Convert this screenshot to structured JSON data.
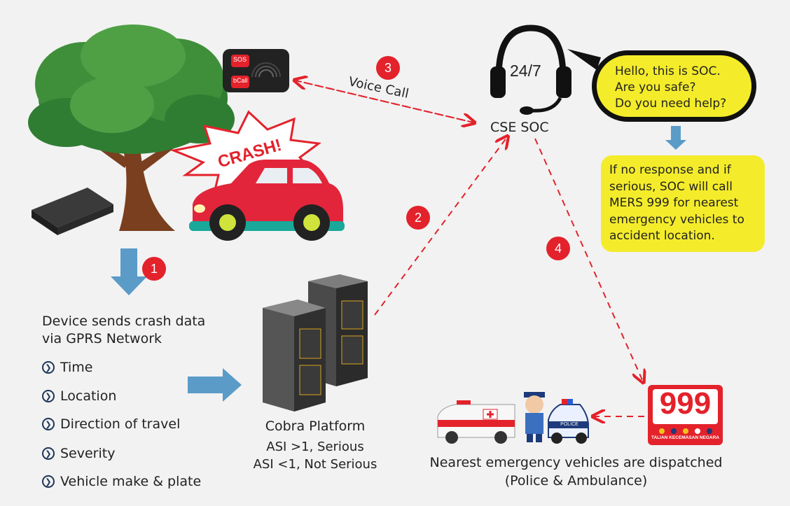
{
  "steps": [
    {
      "number": "1"
    },
    {
      "number": "2"
    },
    {
      "number": "3",
      "label": "Voice Call"
    },
    {
      "number": "4"
    }
  ],
  "crash_label": "CRASH!",
  "sos_device": {
    "sos": "SOS",
    "bcall": "bCall"
  },
  "device_section": {
    "heading_line1": "Device sends crash data",
    "heading_line2": "via GPRS Network",
    "bullets": [
      "Time",
      "Location",
      "Direction of travel",
      "Severity",
      "Vehicle make & plate"
    ]
  },
  "platform": {
    "name": "Cobra Platform",
    "line1": "ASI >1, Serious",
    "line2": "ASI <1, Not Serious"
  },
  "soc": {
    "headset_label": "24/7",
    "name": "CSE SOC",
    "bubble_lines": [
      "Hello, this is SOC.",
      "Are you safe?",
      "Do you need help?"
    ],
    "note_lines": [
      "If no response and if",
      "serious, SOC will call",
      "MERS 999 for nearest",
      "emergency vehicles to",
      "accident location."
    ]
  },
  "emergency": {
    "sign_number": "999",
    "sign_caption": "TALIAN KECEMASAN NEGARA",
    "police_label": "POLICE",
    "caption_line1": "Nearest emergency vehicles are dispatched",
    "caption_line2": "(Police & Ambulance)"
  },
  "colors": {
    "accent_red": "#e3222b",
    "arrow_blue": "#5b9bc8",
    "note_yellow": "#f4ec2a",
    "car_red": "#e2253a",
    "tree_green": "#3f8f3a"
  }
}
